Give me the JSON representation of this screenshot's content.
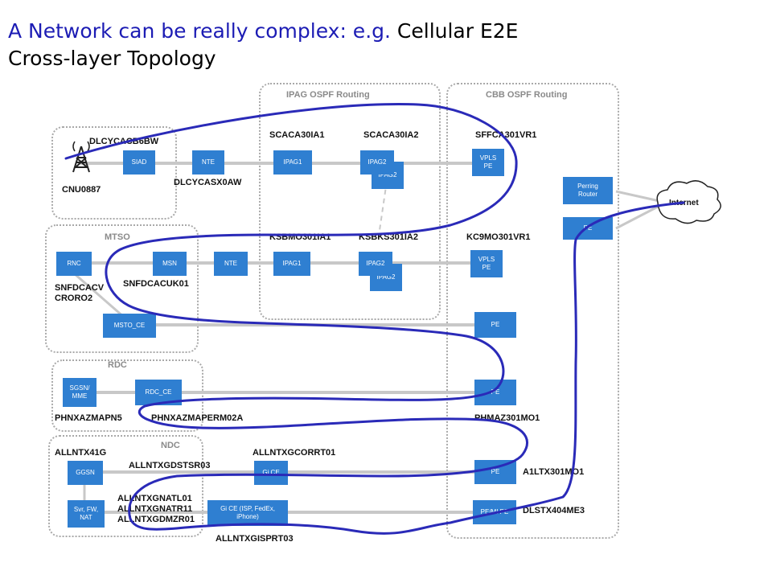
{
  "title": {
    "part_blue": "A Network can be really complex: e.g.",
    "part_black": "Cellular E2E",
    "line2": "Cross-layer Topology"
  },
  "colors": {
    "title_blue": "#1c1cb4",
    "node_blue": "#2f7fd1",
    "path_blue": "#2a2ab8",
    "link_gray": "#c8c8c8",
    "zone_border": "#a9a9a9"
  },
  "zones": {
    "ipag": "IPAG OSPF Routing",
    "cbb": "CBB OSPF Routing",
    "mtso": "MTSO",
    "rdc": "RDC",
    "ndc": "NDC"
  },
  "nodes": {
    "siad": "SIAD",
    "nte1": "NTE",
    "ipag1_top": "IPAG1",
    "ipag2_top": "IPAG2",
    "ipag2_top_shadow": "IPAG2",
    "vpls_pe_top": "VPLS\nPE",
    "perring_router": "Perring\nRouter",
    "pe_inet": "PE",
    "internet": "Internet",
    "rnc": "RNC",
    "msn": "MSN",
    "nte2": "NTE",
    "ipag1_mid": "IPAG1",
    "ipag2_mid": "IPAG2",
    "ipag2_mid_shadow": "IPAG2",
    "vpls_pe_mid": "VPLS\nPE",
    "msto_ce": "MSTO_CE",
    "pe_msto": "PE",
    "sgsn_mme": "SGSN/\nMME",
    "rdc_ce": "RDC_CE",
    "pe_rdc": "PE",
    "ggsn": "GGSN",
    "gi_ce_top": "Gi CE",
    "pe_ndc": "PE",
    "svr_fw_nat": "Svr, FW,\nNAT",
    "gi_ce_isp": "Gi CE (ISP, FedEx,\niPhone)",
    "pe_mi_pe": "PE/MI PE"
  },
  "labels": {
    "dlcycacb6bw": "DLCYCACB6BW",
    "cnu0887": "CNU0887",
    "dlcycasx0aw": "DLCYCASX0AW",
    "scaca30ia1": "SCACA30IA1",
    "scaca30ia2": "SCACA30IA2",
    "sffca301vr1": "SFFCA301VR1",
    "ksbmo301ia1": "KSBMO301IA1",
    "ksbks301ia2": "KSBKS301IA2",
    "kc9mo301vr1": "KC9MO301VR1",
    "snfdcacv": "SNFDCACV\nCRORO2",
    "snfdcacuk01": "SNFDCACUK01",
    "phnxazmapn5": "PHNXAZMAPN5",
    "phnxazmaperm02a": "PHNXAZMAPERM02A",
    "phmaz301mo1": "PHMAZ301MO1",
    "allntx41g": "ALLNTX41G",
    "allntxgdstsr03": "ALLNTXGDSTSR03",
    "allntxgcorrt01": "ALLNTXGCORRT01",
    "a1ltx301mo1": "A1LTX301MO1",
    "allntxgnat_group": "ALLNTXGNATL01\nALLNTXGNATR11\nALLNTXGDMZR01",
    "dlstx404me3": "DLSTX404ME3",
    "allntxgisprt03": "ALLNTXGISPRT03"
  }
}
